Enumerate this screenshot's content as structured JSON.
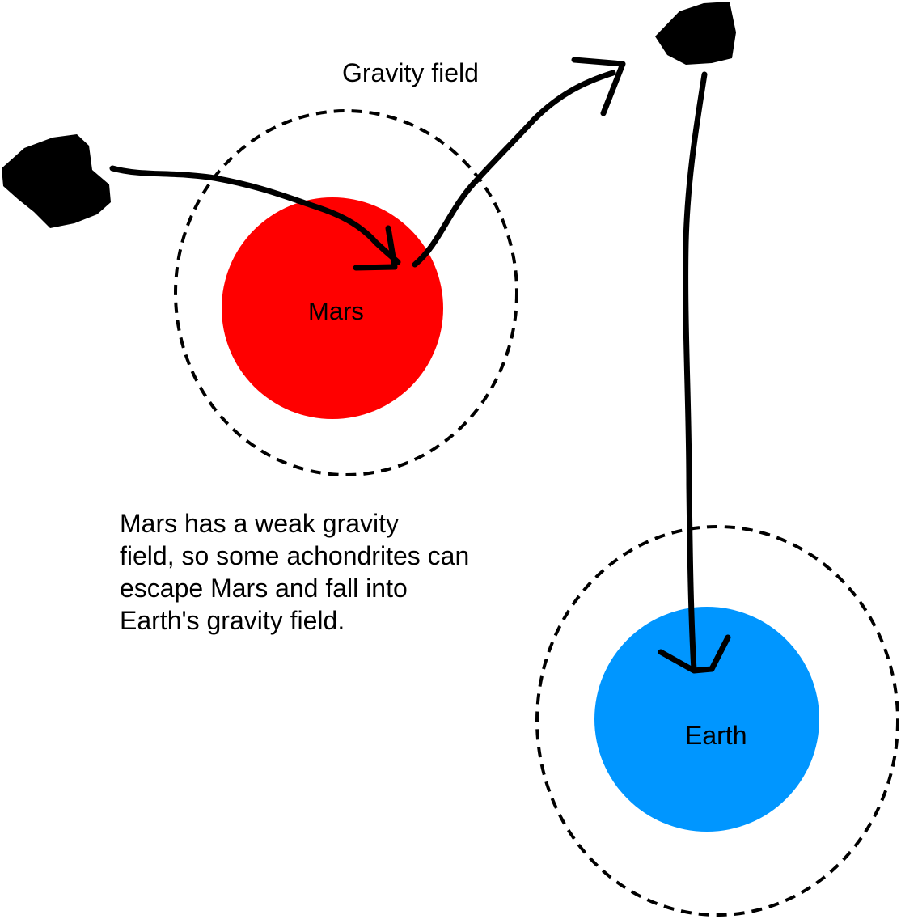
{
  "labels": {
    "gravity_field": "Gravity field",
    "mars": "Mars",
    "earth": "Earth"
  },
  "caption": {
    "lines": [
      "Mars has a weak gravity",
      "field, so some achondrites can",
      "escape Mars and fall into",
      "Earth's gravity field."
    ]
  },
  "colors": {
    "mars": "#ff0000",
    "earth": "#0096ff",
    "ink": "#000000",
    "background": "#ffffff"
  }
}
